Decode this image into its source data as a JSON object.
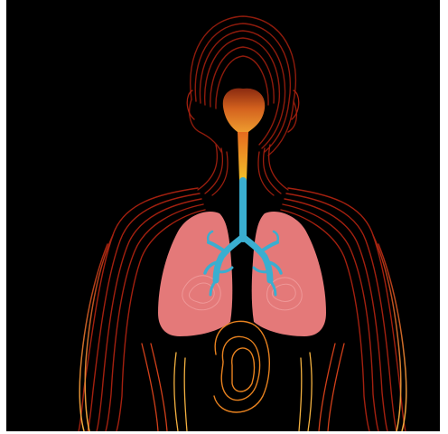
{
  "image": {
    "background_color": "#000000",
    "page_color": "#ffffff",
    "subject": "respiratory-system-illustration",
    "elements": {
      "body_contours": {
        "icon": "body-contour-lines",
        "colors": [
          "#5a0f08",
          "#a3200f",
          "#d2401a",
          "#e8821f",
          "#f2b040"
        ]
      },
      "lungs": {
        "icon": "lungs-shape",
        "color": "#f08080"
      },
      "airway_upper": {
        "icon": "trachea-upper",
        "colors": [
          "#e66a1e",
          "#f2c22a"
        ]
      },
      "airway_lower": {
        "icon": "bronchi-tree",
        "color": "#3aaed0"
      },
      "nasal_cavity": {
        "icon": "nasal-cavity-blob",
        "colors": [
          "#8a2a10",
          "#d4621e",
          "#f0a030"
        ]
      }
    }
  }
}
